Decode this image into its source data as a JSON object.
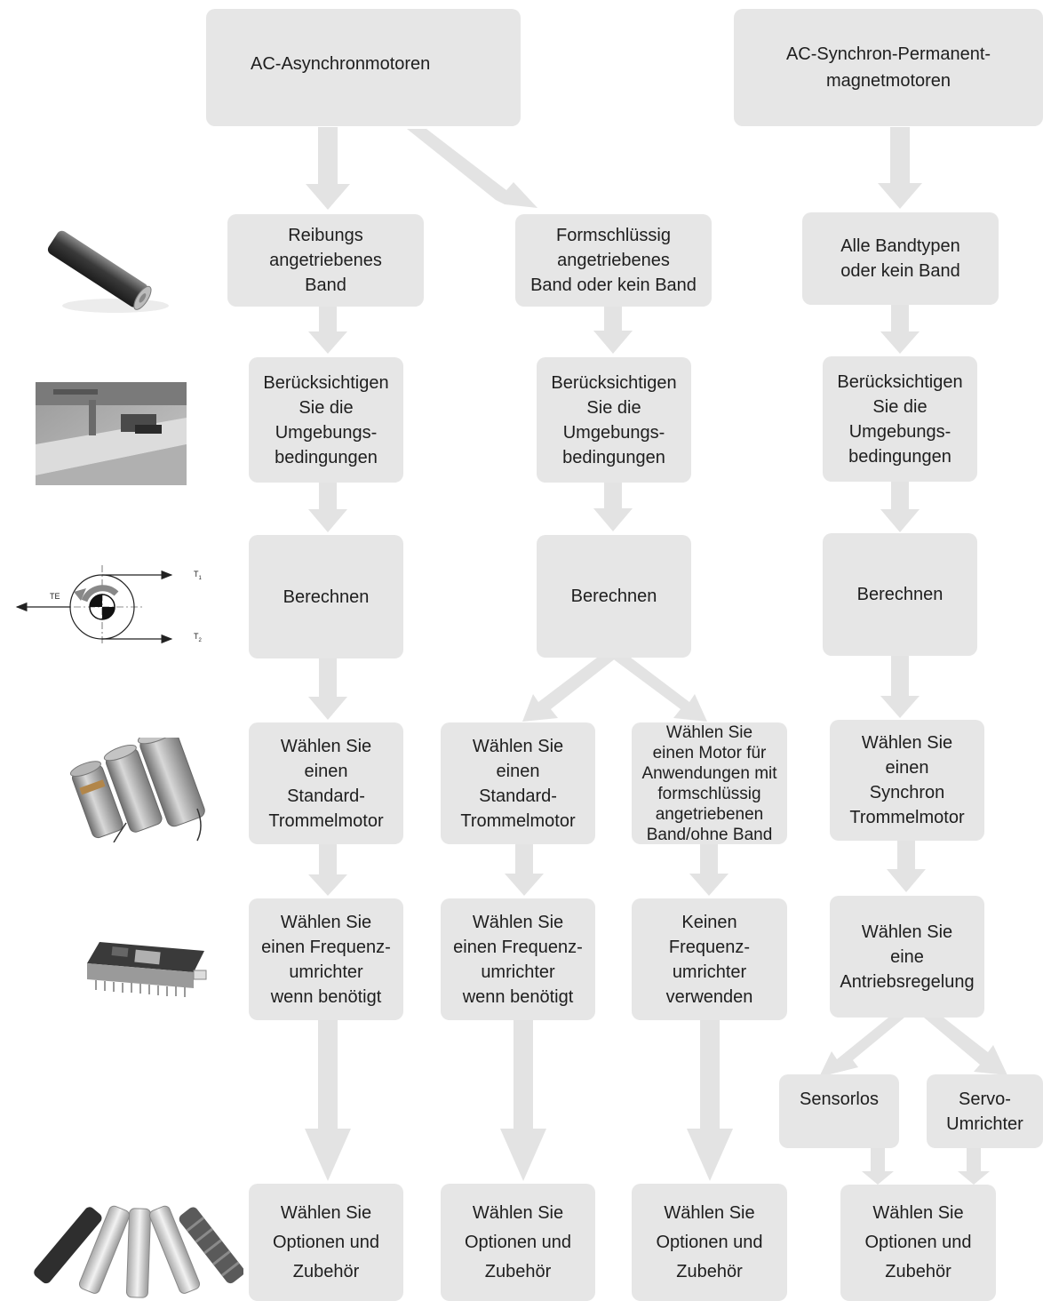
{
  "boxes": {
    "async_motors": "AC-Asynchronmotoren",
    "sync_motors": "AC-Synchron-Permanent-\nmagnetmotoren",
    "col1": {
      "belt": "Reibungs\nangetriebenes\nBand",
      "env": "Berücksichtigen\nSie die\nUmgebungs-\nbedingungen",
      "calc": "Berechnen",
      "motor": "Wählen Sie\neinen\nStandard-\nTrommelmotor",
      "inverter": "Wählen Sie\neinen Frequenz-\numrichter\nwenn benötigt",
      "options": "Wählen Sie\nOptionen und\nZubehör"
    },
    "col2": {
      "belt": "Formschlüssig\nangetriebenes\nBand oder kein Band",
      "env": "Berücksichtigen\nSie die\nUmgebungs-\nbedingungen",
      "calc": "Berechnen",
      "motor_std": "Wählen Sie\neinen\nStandard-\nTrommelmotor",
      "motor_pos": "Wählen Sie\neinen Motor für\nAnwendungen mit\nformschlüssig\nangetriebenen\nBand/ohne Band",
      "inverter_std": "Wählen Sie\neinen Frequenz-\numrichter\nwenn benötigt",
      "no_inverter": "Keinen\nFrequenz-\numrichter\nverwenden",
      "options_std": "Wählen Sie\nOptionen und\nZubehör",
      "options_pos": "Wählen Sie\nOptionen und\nZubehör"
    },
    "col3": {
      "belt": "Alle Bandtypen\noder kein Band",
      "env": "Berücksichtigen\nSie die\nUmgebungs-\nbedingungen",
      "calc": "Berechnen",
      "motor": "Wählen Sie\neinen\nSynchron\nTrommelmotor",
      "drive": "Wählen Sie\neine\nAntriebsregelung",
      "sensorless": "Sensorlos",
      "servo": "Servo-\nUmrichter",
      "options": "Wählen Sie\nOptionen und\nZubehör"
    }
  },
  "force_diagram": {
    "te": "TE",
    "t1": "T",
    "t1_sub": "1",
    "t2": "T",
    "t2_sub": "2"
  },
  "colors": {
    "box": "#e6e6e6",
    "arrow": "#e3e3e3",
    "text": "#1e1e1e"
  },
  "icons": [
    "drum-roller-photo",
    "conveyor-environment-photo",
    "belt-tension-diagram",
    "drum-motors-photo",
    "frequency-inverter-photo",
    "drum-motor-accessories-photo"
  ]
}
